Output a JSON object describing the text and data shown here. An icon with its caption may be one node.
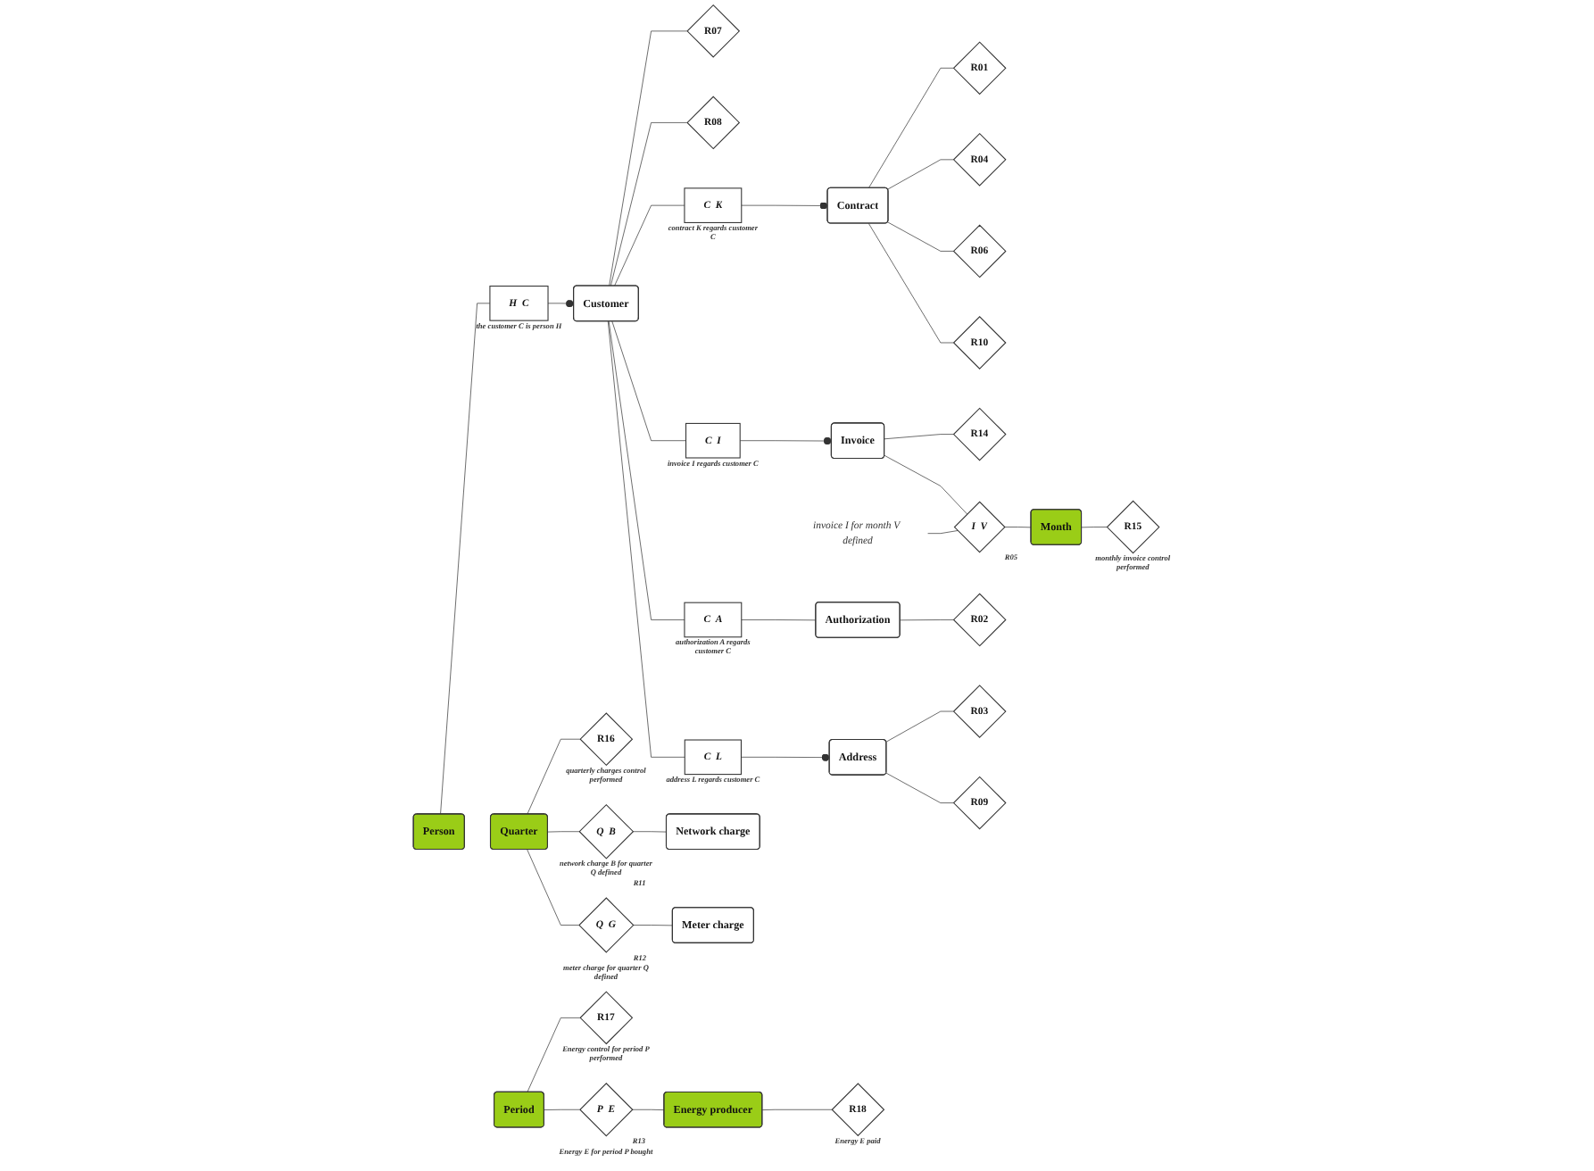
{
  "diagram": {
    "nodes": [
      {
        "text": [
          "Person"
        ]
      },
      {
        "text": [
          "H",
          "C"
        ],
        "beside": [
          "the customer C is person H"
        ]
      },
      {
        "text": [
          "Customer"
        ]
      },
      {
        "text": [
          "R07"
        ]
      },
      {
        "text": [
          "R08"
        ]
      },
      {
        "text": [
          "C",
          "K"
        ],
        "beside": [
          "contract K regards customer C"
        ]
      },
      {
        "text": [
          "C",
          "I"
        ],
        "beside": [
          "invoice I regards customer C"
        ]
      },
      {
        "text": [
          "C",
          "A"
        ],
        "beside": [
          "authorization A regards customer C"
        ]
      },
      {
        "text": [
          "C",
          "L"
        ],
        "beside": [
          "address L regards customer C"
        ]
      },
      {
        "text": [
          "Contract"
        ]
      },
      {
        "text": [
          "R01"
        ]
      },
      {
        "text": [
          "R04"
        ]
      },
      {
        "text": [
          "R06"
        ]
      },
      {
        "text": [
          "R10"
        ]
      },
      {
        "text": [
          "Invoice"
        ]
      },
      {
        "text": [
          "R14"
        ]
      },
      {
        "text": [
          "I",
          "V"
        ],
        "beside": [
          "R05"
        ]
      },
      {
        "text": [
          "Month"
        ]
      },
      {
        "text": [
          "R15"
        ],
        "beside": [
          "monthly invoice control performed"
        ]
      },
      {
        "text": [
          "invoice I for month V defined"
        ]
      },
      {
        "text": [
          "Authorization"
        ]
      },
      {
        "text": [
          "R02"
        ]
      },
      {
        "text": [
          "Address"
        ]
      },
      {
        "text": [
          "R03"
        ]
      },
      {
        "text": [
          "R09"
        ]
      },
      {
        "text": [
          "Quarter"
        ]
      },
      {
        "text": [
          "R16"
        ],
        "beside": [
          "quarterly charges control performed"
        ]
      },
      {
        "text": [
          "Q",
          "B"
        ],
        "beside": [
          "network charge B for quarter Q defined",
          "R11"
        ]
      },
      {
        "text": [
          "Network charge"
        ]
      },
      {
        "text": [
          "Q",
          "G"
        ],
        "beside": [
          "R12",
          "meter charge for quarter Q defined"
        ]
      },
      {
        "text": [
          "Meter charge"
        ]
      },
      {
        "text": [
          "Period"
        ]
      },
      {
        "text": [
          "R17"
        ],
        "beside": [
          "Energy control for period P performed"
        ]
      },
      {
        "text": [
          "P",
          "E"
        ],
        "beside": [
          "R13",
          "Energy E for period P bought"
        ]
      },
      {
        "text": [
          "Energy producer"
        ]
      },
      {
        "text": [
          "R18"
        ],
        "beside": [
          "Energy E paid"
        ]
      }
    ],
    "edges": [
      {
        "from": 0,
        "to": 1,
        "arrow": "none"
      },
      {
        "from": 1,
        "to": 2,
        "arrow": "other"
      },
      {
        "from": 3,
        "to": 2,
        "arrow": "none"
      },
      {
        "from": 4,
        "to": 2,
        "arrow": "none"
      },
      {
        "from": 2,
        "to": 5,
        "arrow": "none"
      },
      {
        "from": 5,
        "to": 9,
        "arrow": "other"
      },
      {
        "from": 2,
        "to": 6,
        "arrow": "none"
      },
      {
        "from": 6,
        "to": 14,
        "arrow": "other"
      },
      {
        "from": 2,
        "to": 7,
        "arrow": "none"
      },
      {
        "from": 7,
        "to": 20,
        "arrow": "none"
      },
      {
        "from": 2,
        "to": 8,
        "arrow": "none"
      },
      {
        "from": 8,
        "to": 22,
        "arrow": "other"
      },
      {
        "from": 10,
        "to": 9,
        "arrow": "none"
      },
      {
        "from": 11,
        "to": 9,
        "arrow": "none"
      },
      {
        "from": 9,
        "to": 12,
        "arrow": "none"
      },
      {
        "from": 9,
        "to": 13,
        "arrow": "none"
      },
      {
        "from": 14,
        "to": 15,
        "arrow": "none"
      },
      {
        "from": 14,
        "to": 16,
        "arrow": "none"
      },
      {
        "from": 16,
        "to": 17,
        "arrow": "none"
      },
      {
        "from": 18,
        "to": 17,
        "arrow": "none"
      },
      {
        "from": 19,
        "to": 16,
        "arrow": "none"
      },
      {
        "from": 20,
        "to": 21,
        "arrow": "none"
      },
      {
        "from": 22,
        "to": 23,
        "arrow": "none"
      },
      {
        "from": 22,
        "to": 24,
        "arrow": "none"
      },
      {
        "from": 26,
        "to": 25,
        "arrow": "none"
      },
      {
        "from": 25,
        "to": 27,
        "arrow": "none"
      },
      {
        "from": 27,
        "to": 28,
        "arrow": "none"
      },
      {
        "from": 25,
        "to": 29,
        "arrow": "none"
      },
      {
        "from": 29,
        "to": 30,
        "arrow": "none"
      },
      {
        "from": 32,
        "to": 31,
        "arrow": "none"
      },
      {
        "from": 31,
        "to": 33,
        "arrow": "none"
      },
      {
        "from": 33,
        "to": 34,
        "arrow": "none"
      },
      {
        "from": 35,
        "to": 34,
        "arrow": "none"
      }
    ]
  }
}
